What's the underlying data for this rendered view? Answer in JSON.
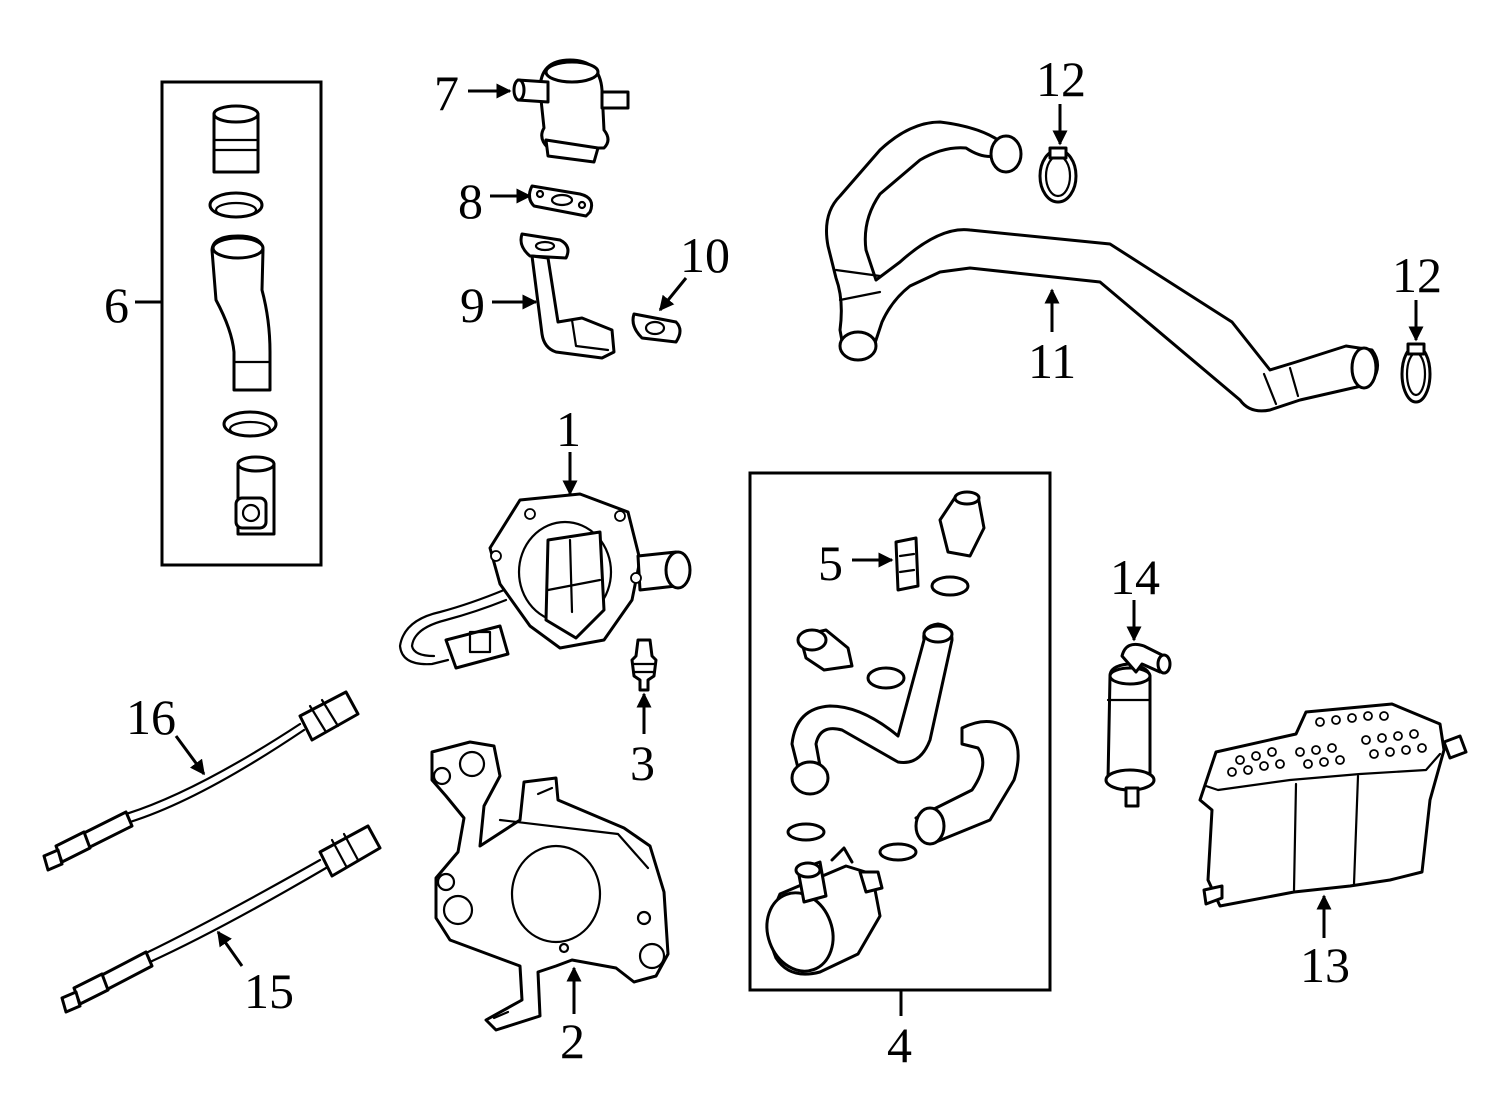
{
  "callouts": {
    "c1": "1",
    "c2": "2",
    "c3": "3",
    "c4": "4",
    "c5": "5",
    "c6": "6",
    "c7": "7",
    "c8": "8",
    "c9": "9",
    "c10": "10",
    "c11": "11",
    "c12a": "12",
    "c12b": "12",
    "c13": "13",
    "c14": "14",
    "c15": "15",
    "c16": "16"
  },
  "colors": {
    "ink": "#000000",
    "paper": "#ffffff"
  }
}
